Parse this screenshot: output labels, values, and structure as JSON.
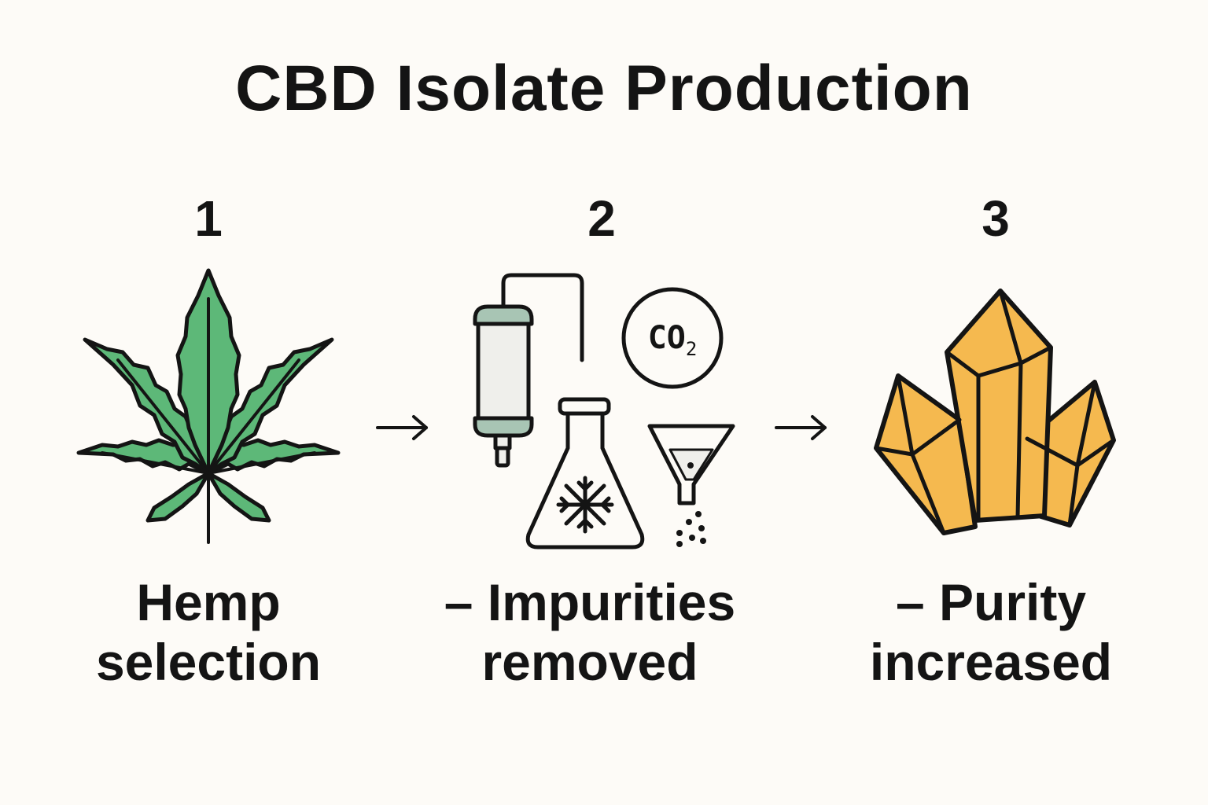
{
  "title": "CBD Isolate Production",
  "steps": [
    {
      "number": "1",
      "caption_line1": "Hemp",
      "caption_line2": "selection",
      "icon": "hemp-leaf-icon"
    },
    {
      "number": "2",
      "caption_line1": "– Impurities",
      "caption_line2": "removed",
      "icon": "extraction-equipment-icon"
    },
    {
      "number": "3",
      "caption_line1": "– Purity",
      "caption_line2": "increased",
      "icon": "crystal-cluster-icon"
    }
  ],
  "co2_label": "CO",
  "co2_subscript": "2",
  "colors": {
    "background": "#fdfbf7",
    "text": "#141414",
    "leaf": "#5db878",
    "crystal": "#f5b94f",
    "equipment_cap": "#a8c5b4",
    "equipment_body": "#efefeb"
  }
}
